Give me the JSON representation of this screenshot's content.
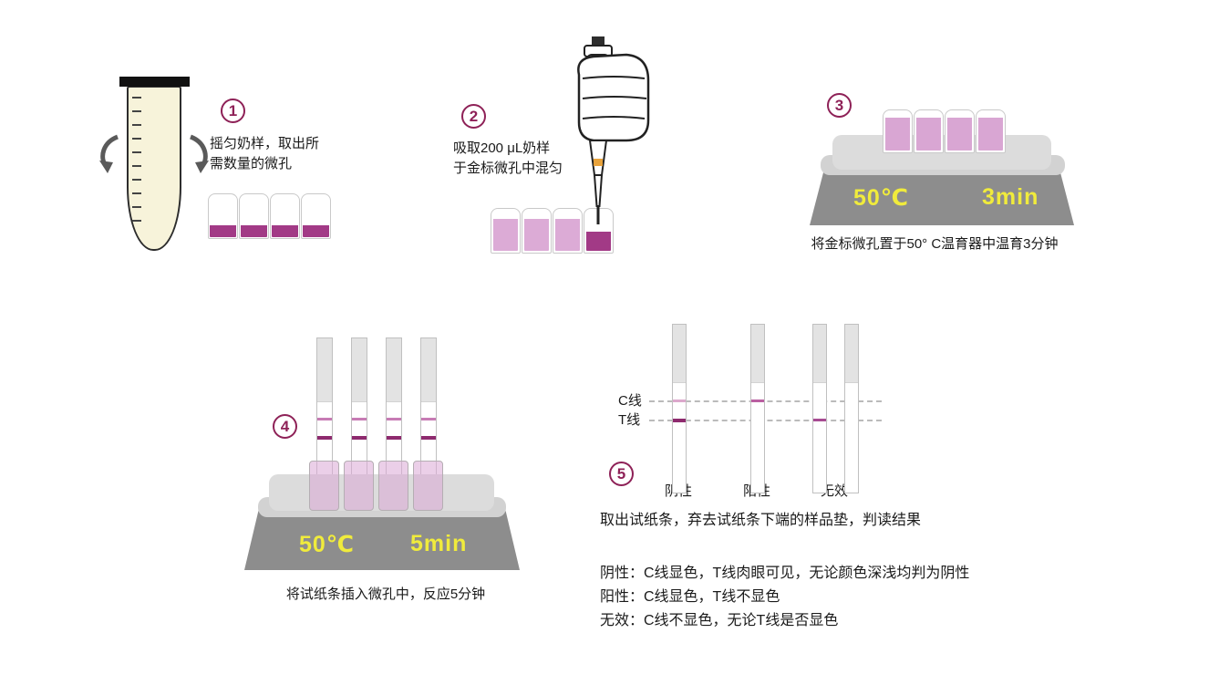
{
  "colors": {
    "accent": "#8E2157",
    "magenta_dark": "#A23A86",
    "pink_light": "#DCABD6",
    "incubator_gray": "#8D8D8D",
    "platform_gray": "#DCDCDC",
    "hot_yellow": "#F0EB3C"
  },
  "steps": {
    "s1": {
      "num": "1",
      "line1": "摇匀奶样，取出所",
      "line2": "需数量的微孔"
    },
    "s2": {
      "num": "2",
      "line1": "吸取200 μL奶样",
      "line2": "于金标微孔中混匀"
    },
    "s3": {
      "num": "3",
      "temp": "50℃",
      "time": "3min",
      "caption": "将金标微孔置于50° C温育器中温育3分钟"
    },
    "s4": {
      "num": "4",
      "temp": "50℃",
      "time": "5min",
      "caption": "将试纸条插入微孔中，反应5分钟"
    },
    "s5": {
      "num": "5",
      "c_label": "C线",
      "t_label": "T线",
      "results": [
        "阴性",
        "阳性",
        "无效"
      ],
      "caption": "取出试纸条，弃去试纸条下端的样品垫，判读结果",
      "notes": [
        "阴性：C线显色，T线肉眼可见，无论颜色深浅均判为阴性",
        "阳性：C线显色，T线不显色",
        "无效：C线不显色，无论T线是否显色"
      ]
    }
  }
}
